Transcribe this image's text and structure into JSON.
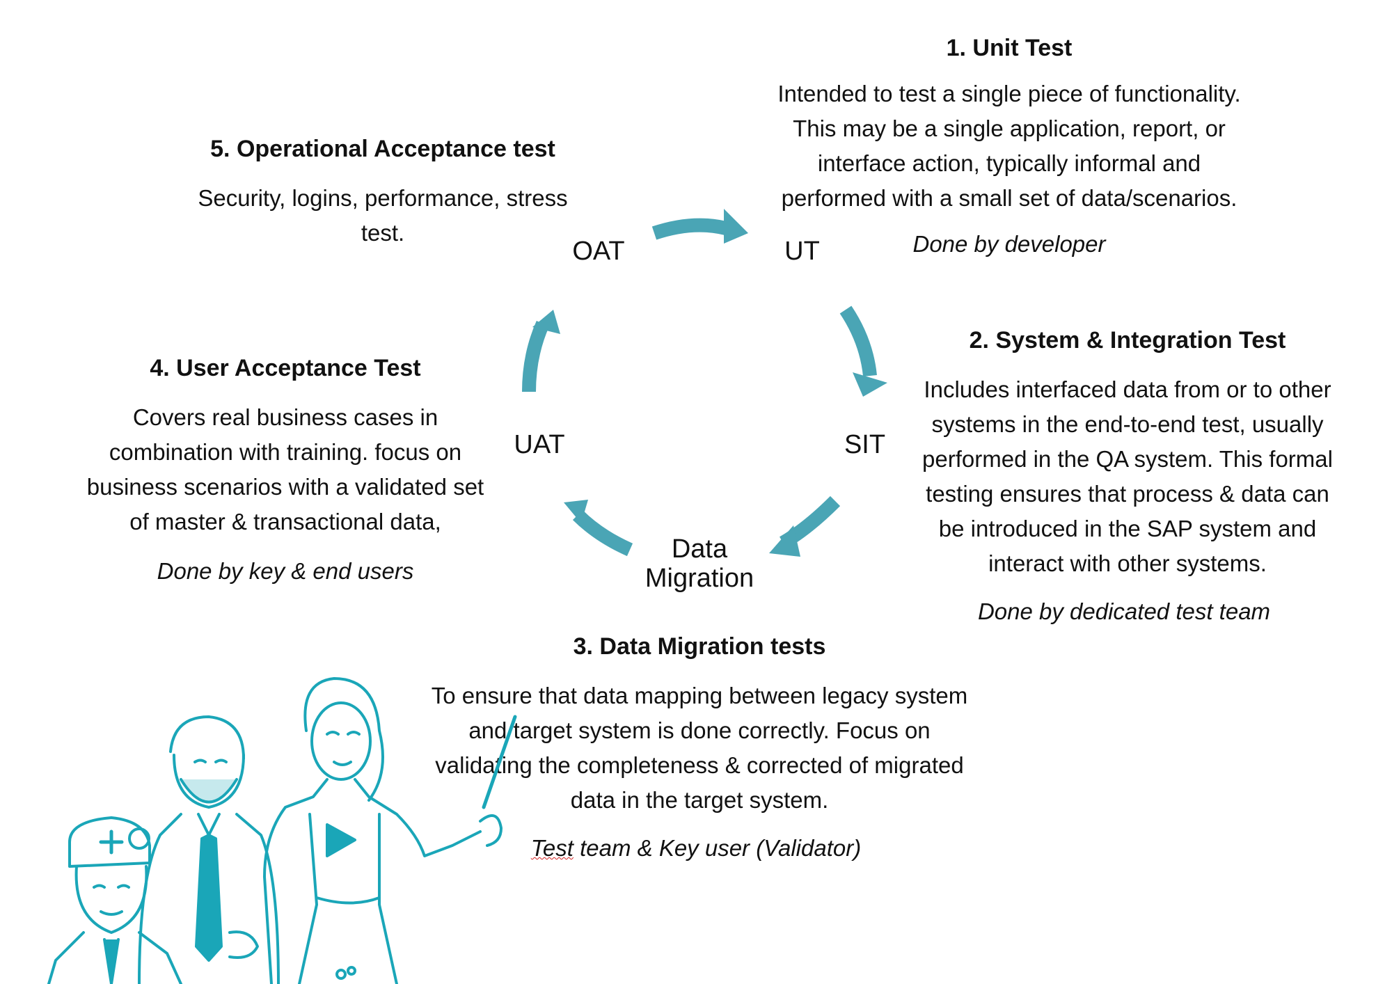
{
  "nodes": {
    "oat": "OAT",
    "ut": "UT",
    "sit": "SIT",
    "data_migration_line1": "Data",
    "data_migration_line2": "Migration",
    "uat": "UAT"
  },
  "sections": {
    "unit_test": {
      "title": "1. Unit Test",
      "body": [
        "Intended to test a single piece of functionality.",
        "This may be a single application, report, or",
        "interface action, typically informal and",
        "performed with a small set of data/scenarios."
      ],
      "note": "Done by developer"
    },
    "sit": {
      "title": "2. System & Integration Test",
      "body": [
        "Includes interfaced data from or to other",
        "systems in the end-to-end test, usually",
        "performed in the QA system. This formal",
        "testing ensures that process & data can",
        "be introduced in the SAP system and",
        "interact with other systems."
      ],
      "note": "Done by dedicated test team"
    },
    "data_migration": {
      "title": "3. Data Migration tests",
      "body": [
        "To ensure that data mapping between legacy system",
        "and target system is done correctly. Focus on",
        "validating the completeness & corrected of migrated",
        "data in the target system."
      ],
      "note_part1": "Test",
      "note_part2": " team & Key user (Validator)"
    },
    "uat": {
      "title": "4. User Acceptance Test",
      "body": [
        "Covers real business cases in",
        "combination with training.  focus on",
        "business scenarios with a validated set",
        "of master & transactional data,"
      ],
      "note": "Done by key & end users"
    },
    "oat": {
      "title": "5. Operational Acceptance test",
      "body": [
        "Security, logins, performance, stress",
        "test."
      ]
    }
  },
  "colors": {
    "arrow": "#4aa5b5",
    "illustration_line": "#1aa6b8",
    "text": "#111111"
  },
  "icons": {
    "cycle_arrows": "curved-arrow-icon",
    "illustration": "team-presenting-illustration"
  }
}
